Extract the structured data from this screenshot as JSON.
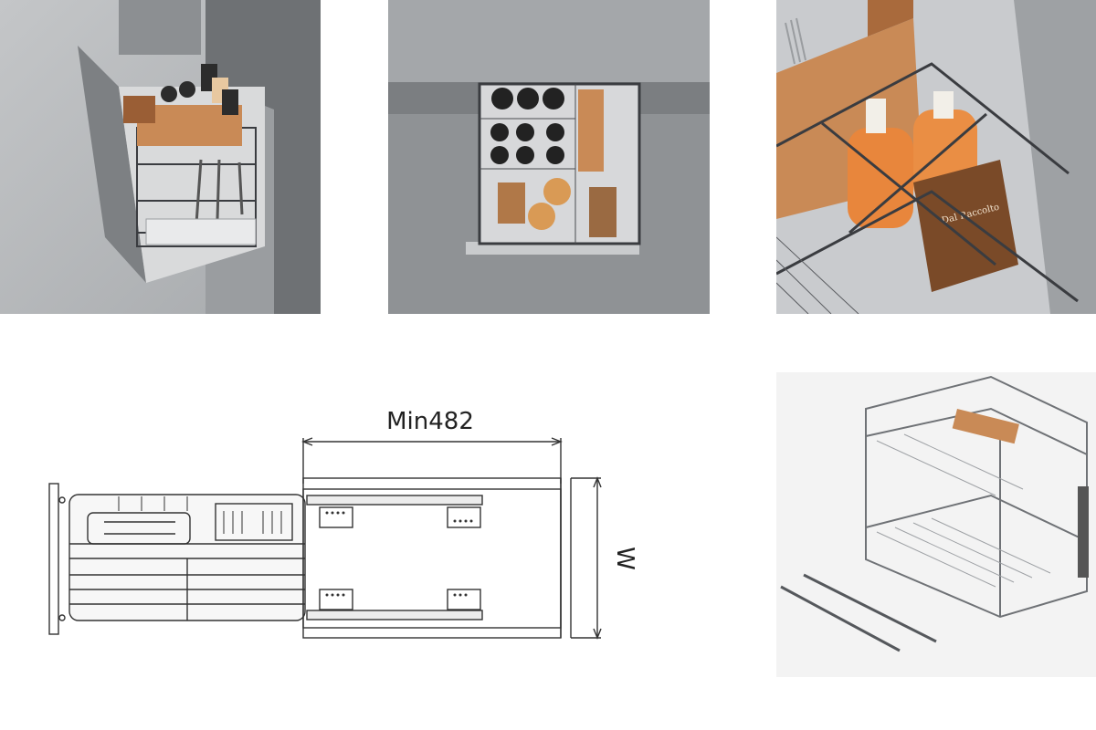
{
  "drawing": {
    "width_dimension_label": "Min482",
    "height_dimension_label": "W"
  },
  "photos": {
    "photo_3_bag_brand": "Dal Raccolto"
  },
  "colors": {
    "cabinet_grey": "#8e9194",
    "wall_grey": "#b9bcbf",
    "wire_dark": "#3a3c40",
    "wood": "#c98a56",
    "juice_orange": "#e8863c",
    "drawing_line": "#333333"
  }
}
